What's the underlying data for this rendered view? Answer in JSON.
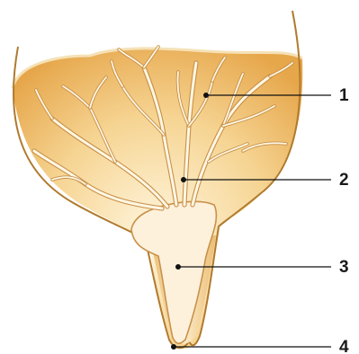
{
  "diagram": {
    "colors": {
      "fill_light": "#FBE6B8",
      "fill_dark": "#E9A94A",
      "outline": "#B07A2E",
      "vessel": "#FFF7E4",
      "vessel_edge": "#C89048",
      "cavity": "#FDF2DE",
      "leader": "#111111"
    },
    "labels": [
      {
        "id": "1",
        "text": "1"
      },
      {
        "id": "2",
        "text": "2"
      },
      {
        "id": "3",
        "text": "3"
      },
      {
        "id": "4",
        "text": "4"
      }
    ]
  }
}
